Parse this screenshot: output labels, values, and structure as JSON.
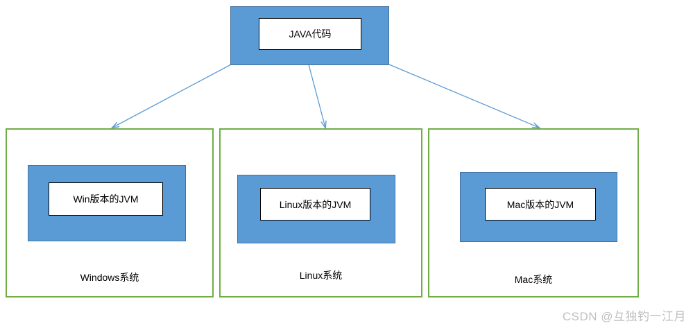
{
  "diagram": {
    "source": {
      "label": "JAVA代码",
      "outer_color": "#5B9BD5",
      "inner_color": "#FFFFFF"
    },
    "panel_border_color": "#70AD47",
    "arrow_color": "#5B9BD5",
    "platforms": [
      {
        "jvm_label": "Win版本的JVM",
        "os_label": "Windows系统"
      },
      {
        "jvm_label": "Linux版本的JVM",
        "os_label": "Linux系统"
      },
      {
        "jvm_label": "Mac版本的JVM",
        "os_label": "Mac系统"
      }
    ]
  },
  "watermark": {
    "text": "CSDN @彑独钓一江月",
    "color": "#BFBFBF"
  }
}
